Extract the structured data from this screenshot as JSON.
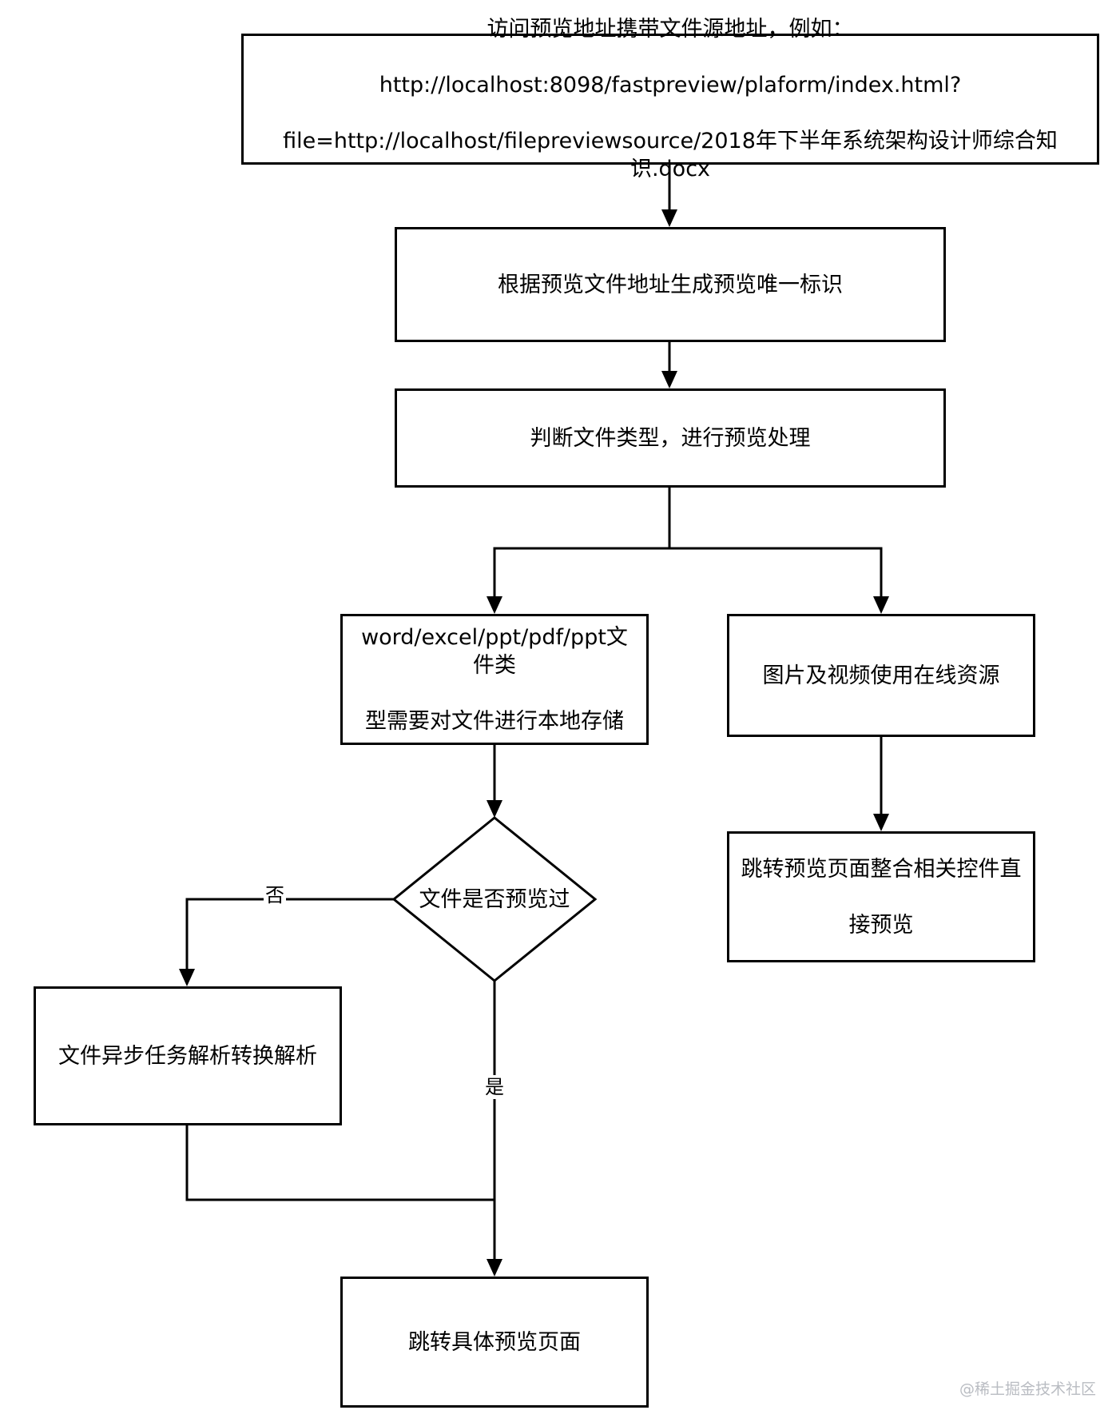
{
  "nodes": {
    "access_url": {
      "lines": [
        "访问预览地址携带文件源地址，例如：",
        "http://localhost:8098/fastpreview/plaform/index.html?",
        "file=http://localhost/filepreviewsource/2018年下半年系统架构设计师综合知识.docx"
      ]
    },
    "gen_id": {
      "text": "根据预览文件地址生成预览唯一标识"
    },
    "judge_type": {
      "text": "判断文件类型，进行预览处理"
    },
    "office_store": {
      "lines": [
        "word/excel/ppt/pdf/ppt文件类",
        "型需要对文件进行本地存储"
      ]
    },
    "online_media": {
      "text": "图片及视频使用在线资源"
    },
    "decision_previewed": {
      "text": "文件是否预览过"
    },
    "jump_integrate": {
      "lines": [
        "跳转预览页面整合相关控件直",
        "接预览"
      ]
    },
    "async_convert": {
      "text": "文件异步任务解析转换解析"
    },
    "jump_detail": {
      "text": "跳转具体预览页面"
    }
  },
  "edge_labels": {
    "no": "否",
    "yes": "是"
  },
  "watermark": "@稀土掘金技术社区",
  "colors": {
    "stroke": "#000000",
    "fill": "#ffffff",
    "watermark": "#b9bcc2"
  }
}
